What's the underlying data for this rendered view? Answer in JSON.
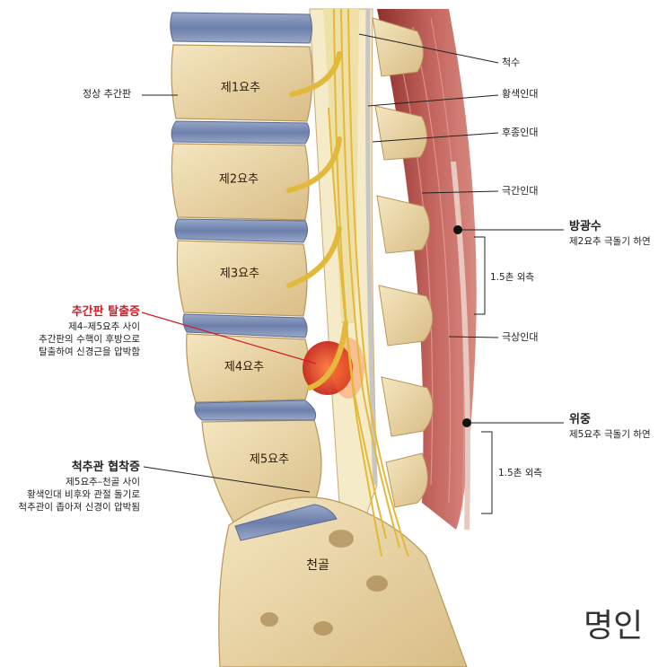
{
  "vertebrae": [
    "제1요추",
    "제2요추",
    "제3요추",
    "제4요추",
    "제5요추"
  ],
  "sacrum": "천골",
  "left_labels": {
    "normal_disc": "정상 추간판",
    "herniation": {
      "title": "추간판 탈출증",
      "lines": [
        "제4–제5요추 사이",
        "추간판의 수핵이 후방으로",
        "탈출하여 신경근을 압박함"
      ]
    },
    "stenosis": {
      "title": "척추관 협착증",
      "lines": [
        "제5요추–천골 사이",
        "황색인대 비후와 관절 돌기로",
        "척추관이 좁아져 신경이 압박됨"
      ]
    }
  },
  "right_labels": {
    "spinal_cord": "척수",
    "ligamentum_flavum": "황색인대",
    "posterior_longitudinal": "후종인대",
    "interspinous": "극간인대",
    "supraspinous": "극상인대"
  },
  "acupoints": [
    {
      "name": "방광수",
      "desc": "제2요추 극돌기 하연",
      "measure": "1.5촌 외측"
    },
    {
      "name": "위중",
      "desc": "제5요추 극돌기 하연",
      "measure": "1.5촌 외측"
    }
  ],
  "signature": "명인",
  "colors": {
    "bone": "#ecd9a8",
    "bone_dark": "#c9ab72",
    "disc": "#7d8fb6",
    "nerve": "#e2b93a",
    "muscle": "#b2504a",
    "herniation": "#d23a24",
    "label_red": "#d21c24"
  }
}
